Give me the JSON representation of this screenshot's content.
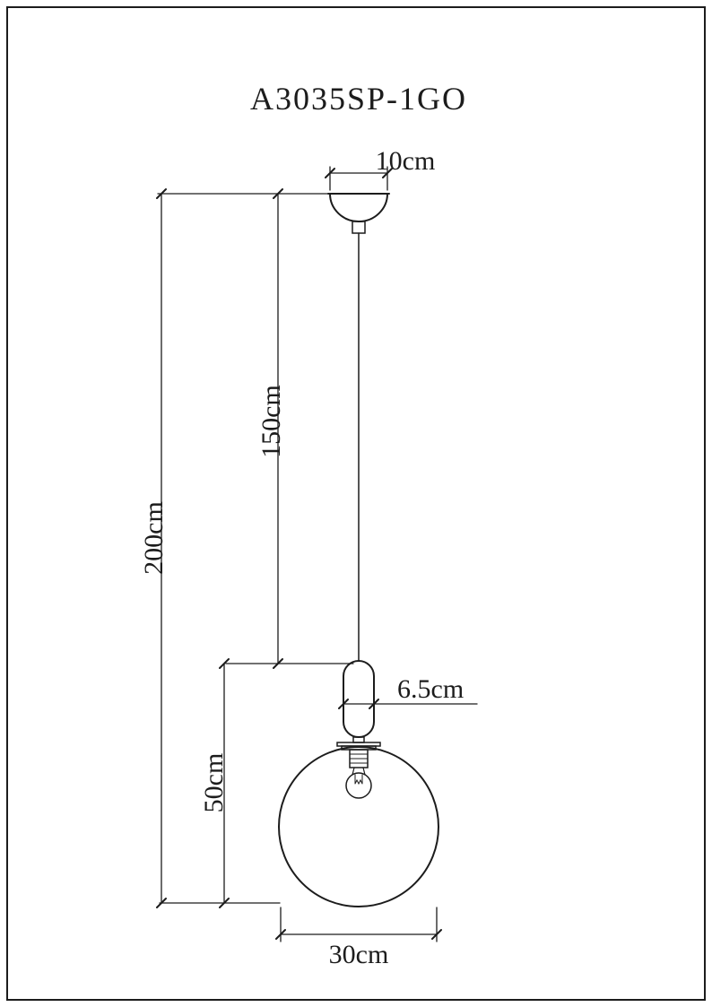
{
  "title": "A3035SP-1GO",
  "dims": {
    "canopy_width": "10cm",
    "cord_length": "150cm",
    "overall_height": "200cm",
    "fixture_height": "50cm",
    "body_diameter": "6.5cm",
    "shade_diameter": "30cm"
  },
  "colors": {
    "line": "#1c1c1c",
    "background": "#ffffff"
  }
}
